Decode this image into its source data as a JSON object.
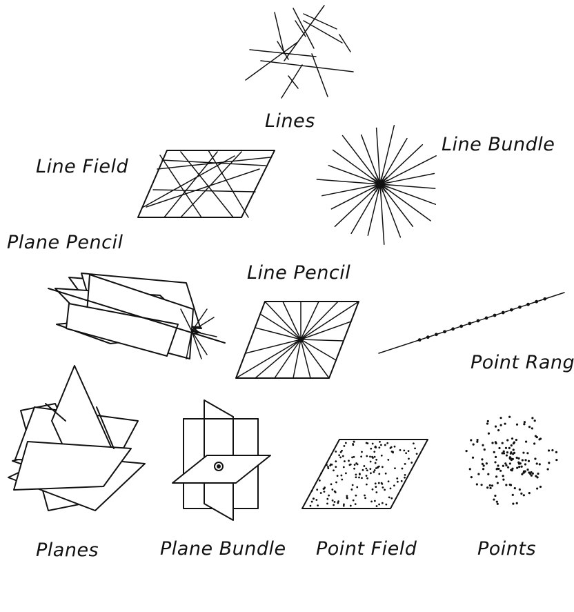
{
  "colors": {
    "ink": "#111111",
    "paper": "#ffffff"
  },
  "labels": {
    "lines": "Lines",
    "line_bundle": "Line Bundle",
    "line_field": "Line Field",
    "plane_pencil": "Plane Pencil",
    "line_pencil": "Line Pencil",
    "point_range": "Point Range",
    "planes": "Planes",
    "plane_bundle": "Plane Bundle",
    "point_field": "Point Field",
    "points": "Points"
  }
}
